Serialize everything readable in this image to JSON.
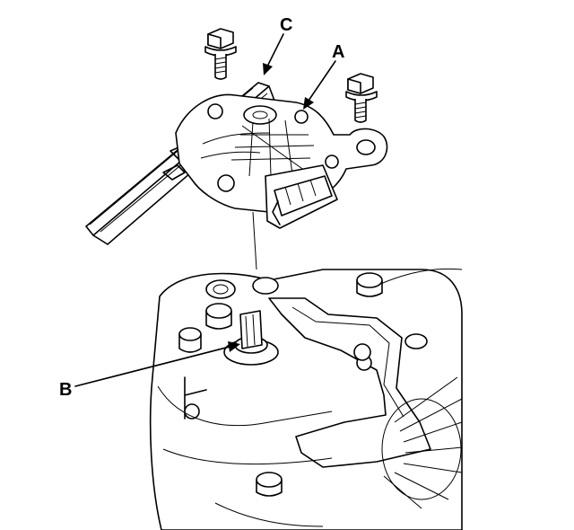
{
  "diagram": {
    "callouts": [
      {
        "id": "A",
        "label": "A"
      },
      {
        "id": "B",
        "label": "B"
      },
      {
        "id": "C",
        "label": "C"
      }
    ],
    "colors": {
      "line": "#000000",
      "background": "#ffffff"
    }
  }
}
